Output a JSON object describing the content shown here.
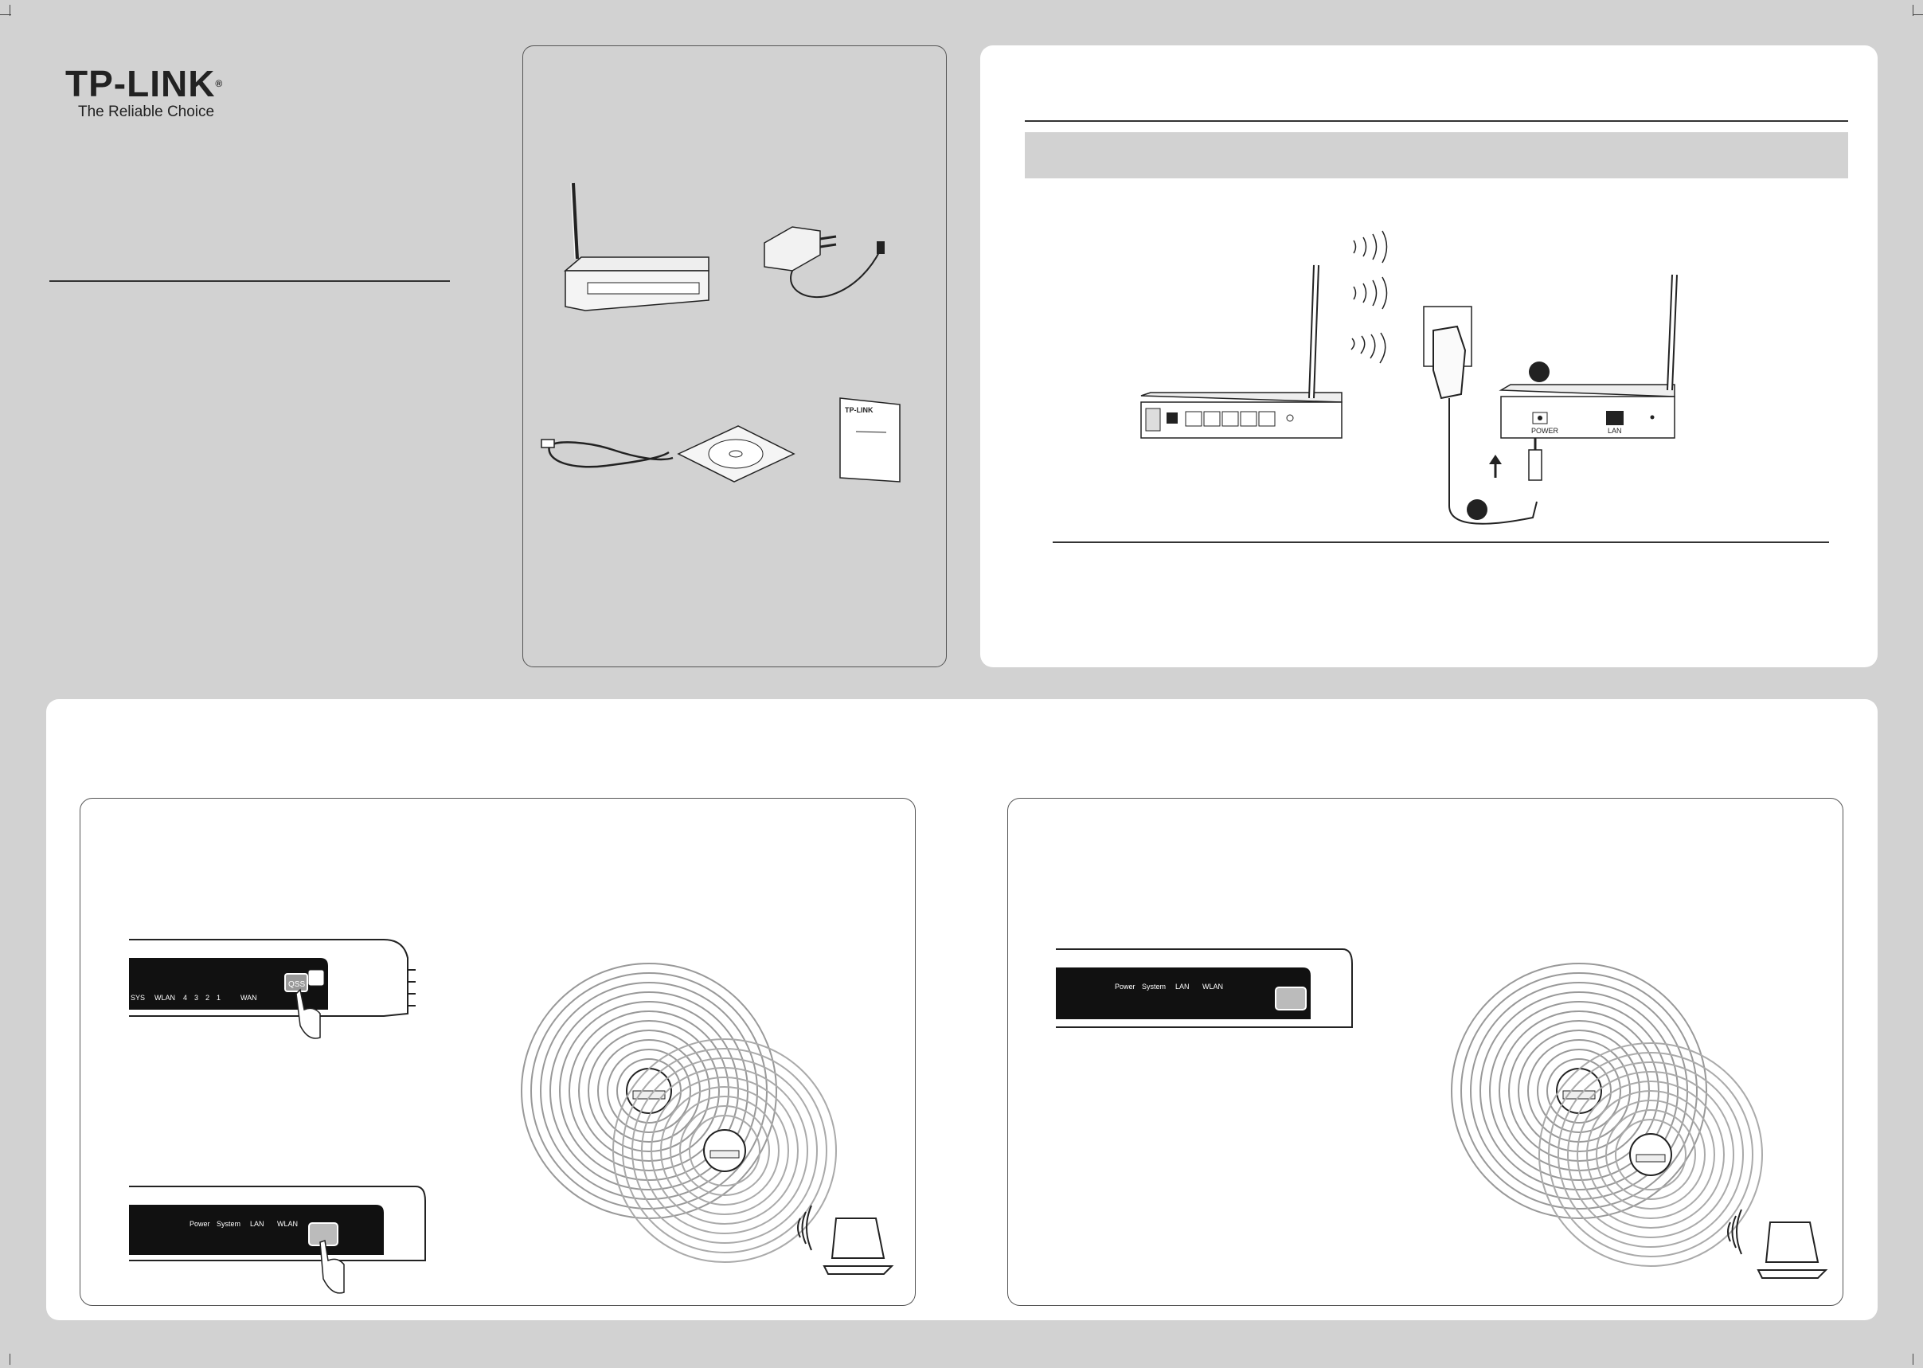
{
  "brand": {
    "name": "TP-LINK",
    "registered_mark": "®",
    "tagline": "The Reliable Choice"
  },
  "package_contents": {
    "manual_cover_brand": "TP-LINK"
  },
  "hardware_connection": {
    "step_markers": [
      "",
      ""
    ],
    "device_labels": {
      "power_port": "POWER",
      "lan_port": "LAN"
    }
  },
  "router_front_panel_a": {
    "led_labels": [
      "SYS",
      "WLAN",
      "4",
      "3",
      "2",
      "1",
      "WAN"
    ],
    "button_label": "QSS"
  },
  "router_front_panel_b": {
    "led_labels": [
      "Power",
      "System",
      "LAN",
      "WLAN"
    ]
  },
  "router_front_panel_c": {
    "led_labels": [
      "Power",
      "System",
      "LAN",
      "WLAN"
    ]
  },
  "colors": {
    "page_background": "#d2d2d2",
    "panel_background": "#ffffff",
    "device_dark": "#111111"
  },
  "icons": [
    "router-icon",
    "power-adapter-icon",
    "ethernet-cable-icon",
    "cd-icon",
    "manual-icon",
    "wifi-waves-icon",
    "hand-press-icon",
    "laptop-icon",
    "signal-rings-icon"
  ]
}
